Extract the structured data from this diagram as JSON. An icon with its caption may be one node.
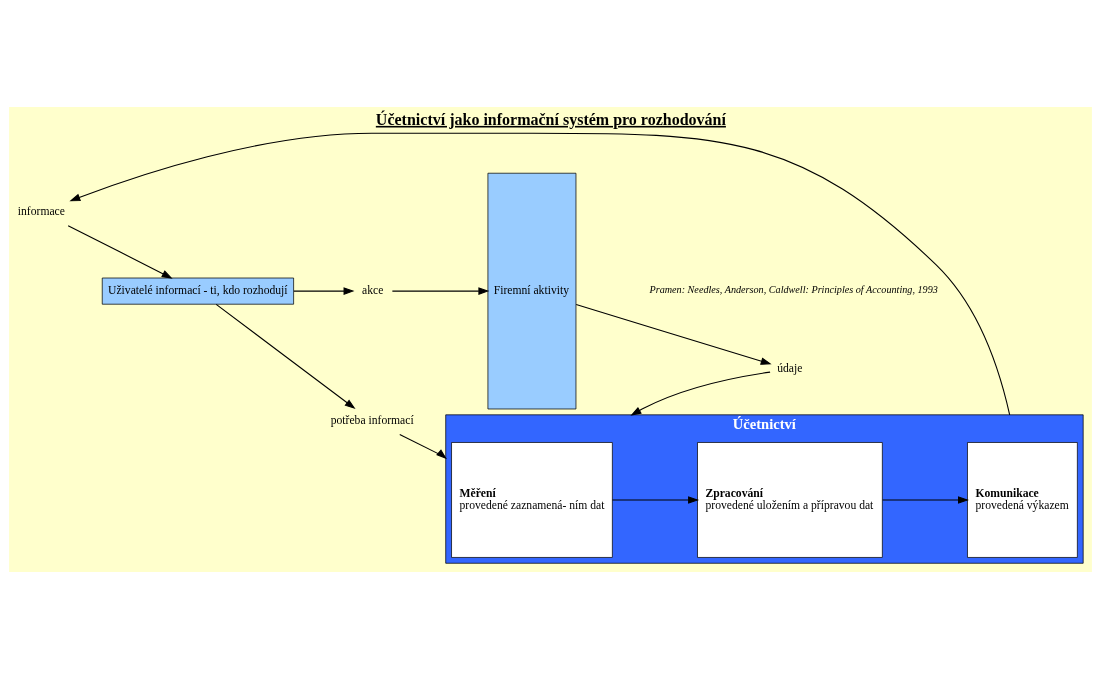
{
  "diagram": {
    "title": "Účetnictví jako informační systém pro rozhodování",
    "caption": "Pramen: Needles, Anderson, Caldwell: Principles of Accounting, 1993",
    "nodes": [
      {
        "text": [
          "Firemní aktivity"
        ]
      },
      {
        "text": [
          "Uživatelé informací - ti, kdo rozhodují"
        ]
      },
      {
        "text": [
          "Účetnictví"
        ]
      },
      {
        "text": [
          "Měření",
          "provedené zaznamená- ním dat"
        ],
        "in": 2
      },
      {
        "text": [
          "Zpracování",
          "provedené uložením a přípravou dat"
        ],
        "in": 2
      },
      {
        "text": [
          "Komunikace",
          "provedená výkazem"
        ],
        "in": 2
      },
      {
        "text": [
          "akce"
        ]
      },
      {
        "text": [
          "potřeba informací"
        ]
      },
      {
        "text": [
          "informace"
        ]
      },
      {
        "text": [
          "údaje"
        ]
      }
    ],
    "edges": [
      {
        "from": 1,
        "to": 6,
        "arrow": "to"
      },
      {
        "from": 6,
        "to": 0,
        "arrow": "to"
      },
      {
        "from": 1,
        "to": 7,
        "arrow": "to"
      },
      {
        "from": 7,
        "to": 2,
        "arrow": "to"
      },
      {
        "from": 2,
        "to": 8,
        "arrow": "to"
      },
      {
        "from": 8,
        "to": 1,
        "arrow": "to"
      },
      {
        "from": 0,
        "to": 9,
        "arrow": "to"
      },
      {
        "from": 9,
        "to": 2,
        "arrow": "to"
      },
      {
        "from": 3,
        "to": 4,
        "arrow": "to"
      },
      {
        "from": 4,
        "to": 5,
        "arrow": "to"
      }
    ]
  }
}
